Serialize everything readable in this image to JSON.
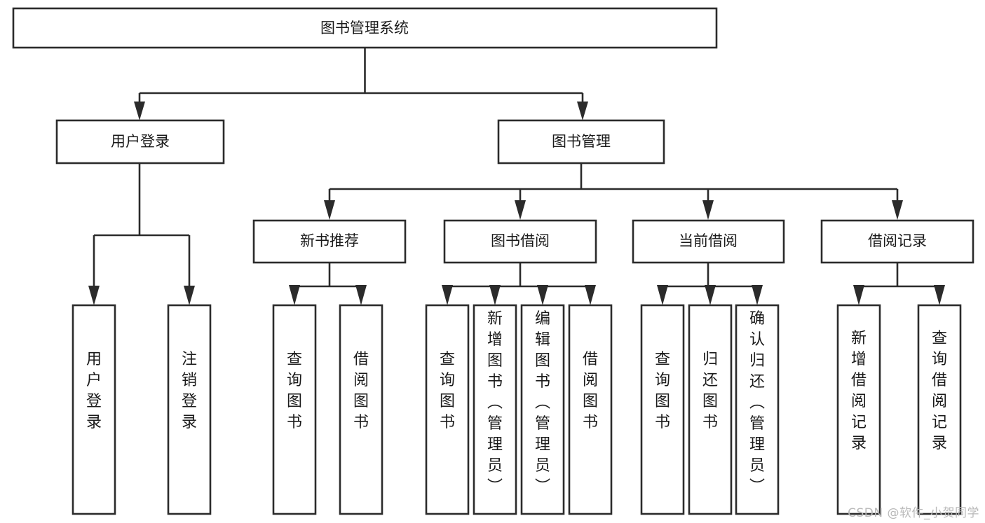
{
  "diagram": {
    "type": "tree",
    "title": "图书管理系统",
    "watermark": "CSDN @软件_小贺同学",
    "root": {
      "id": "root",
      "label": "图书管理系统"
    },
    "level1": [
      {
        "id": "user-login",
        "label": "用户登录"
      },
      {
        "id": "book-manage",
        "label": "图书管理"
      }
    ],
    "level2": [
      {
        "id": "new-book-recommend",
        "label": "新书推荐",
        "parent": "book-manage"
      },
      {
        "id": "book-borrow",
        "label": "图书借阅",
        "parent": "book-manage"
      },
      {
        "id": "current-borrow",
        "label": "当前借阅",
        "parent": "book-manage"
      },
      {
        "id": "borrow-record",
        "label": "借阅记录",
        "parent": "book-manage"
      }
    ],
    "leaves": [
      {
        "id": "leaf-user-login",
        "label": "用户登录",
        "parent": "user-login"
      },
      {
        "id": "leaf-logout-login",
        "label": "注销登录",
        "parent": "user-login"
      },
      {
        "id": "leaf-query-book-1",
        "label": "查询图书",
        "parent": "new-book-recommend"
      },
      {
        "id": "leaf-borrow-book-1",
        "label": "借阅图书",
        "parent": "new-book-recommend"
      },
      {
        "id": "leaf-query-book-2",
        "label": "查询图书",
        "parent": "book-borrow"
      },
      {
        "id": "leaf-add-book",
        "label": "新增图书（管理员）",
        "parent": "book-borrow"
      },
      {
        "id": "leaf-edit-book",
        "label": "编辑图书（管理员）",
        "parent": "book-borrow"
      },
      {
        "id": "leaf-borrow-book-2",
        "label": "借阅图书",
        "parent": "book-borrow"
      },
      {
        "id": "leaf-query-book-3",
        "label": "查询图书",
        "parent": "current-borrow"
      },
      {
        "id": "leaf-return-book",
        "label": "归还图书",
        "parent": "current-borrow"
      },
      {
        "id": "leaf-confirm-return",
        "label": "确认归还（管理员）",
        "parent": "current-borrow"
      },
      {
        "id": "leaf-add-record",
        "label": "新增借阅记录",
        "parent": "borrow-record"
      },
      {
        "id": "leaf-query-record",
        "label": "查询借阅记录",
        "parent": "borrow-record"
      }
    ],
    "colors": {
      "stroke": "#2b2b2b",
      "fill": "#ffffff",
      "text": "#1a1a1a",
      "watermark": "#b9b9b9"
    }
  }
}
